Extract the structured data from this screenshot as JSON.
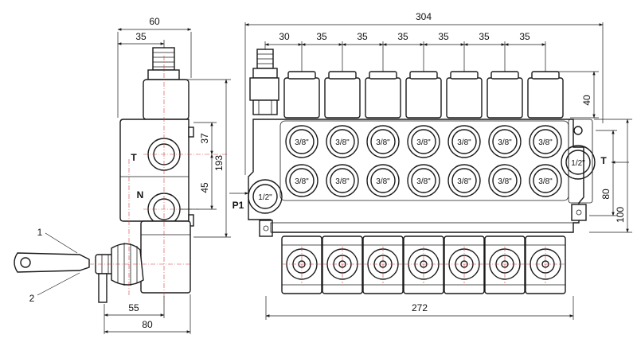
{
  "dimensions": {
    "side_width": "60",
    "side_offset": "35",
    "side_height_37": "37",
    "side_height_193": "193",
    "side_height_45": "45",
    "lever_length_55": "55",
    "side_bottom_80": "80",
    "front_width": "304",
    "pitch_first": "30",
    "pitch": [
      "35",
      "35",
      "35",
      "35",
      "35",
      "35"
    ],
    "top_height_40": "40",
    "right_height_80": "80",
    "right_height_100": "100",
    "bottom_width": "272"
  },
  "port_labels": {
    "row_upper": [
      "3/8\"",
      "3/8\"",
      "3/8\"",
      "3/8\"",
      "3/8\"",
      "3/8\"",
      "3/8\""
    ],
    "row_lower": [
      "3/8\"",
      "3/8\"",
      "3/8\"",
      "3/8\"",
      "3/8\"",
      "3/8\"",
      "3/8\""
    ],
    "inlet": "1/2\"",
    "outlet": "1/2\""
  },
  "labels": {
    "tank_side": "T",
    "neutral_side": "N",
    "pressure_front": "P1",
    "tank_front": "T",
    "callout_1": "1",
    "callout_2": "2"
  },
  "colors": {
    "line": "#1a1a1a",
    "centerline": "#d04040"
  }
}
